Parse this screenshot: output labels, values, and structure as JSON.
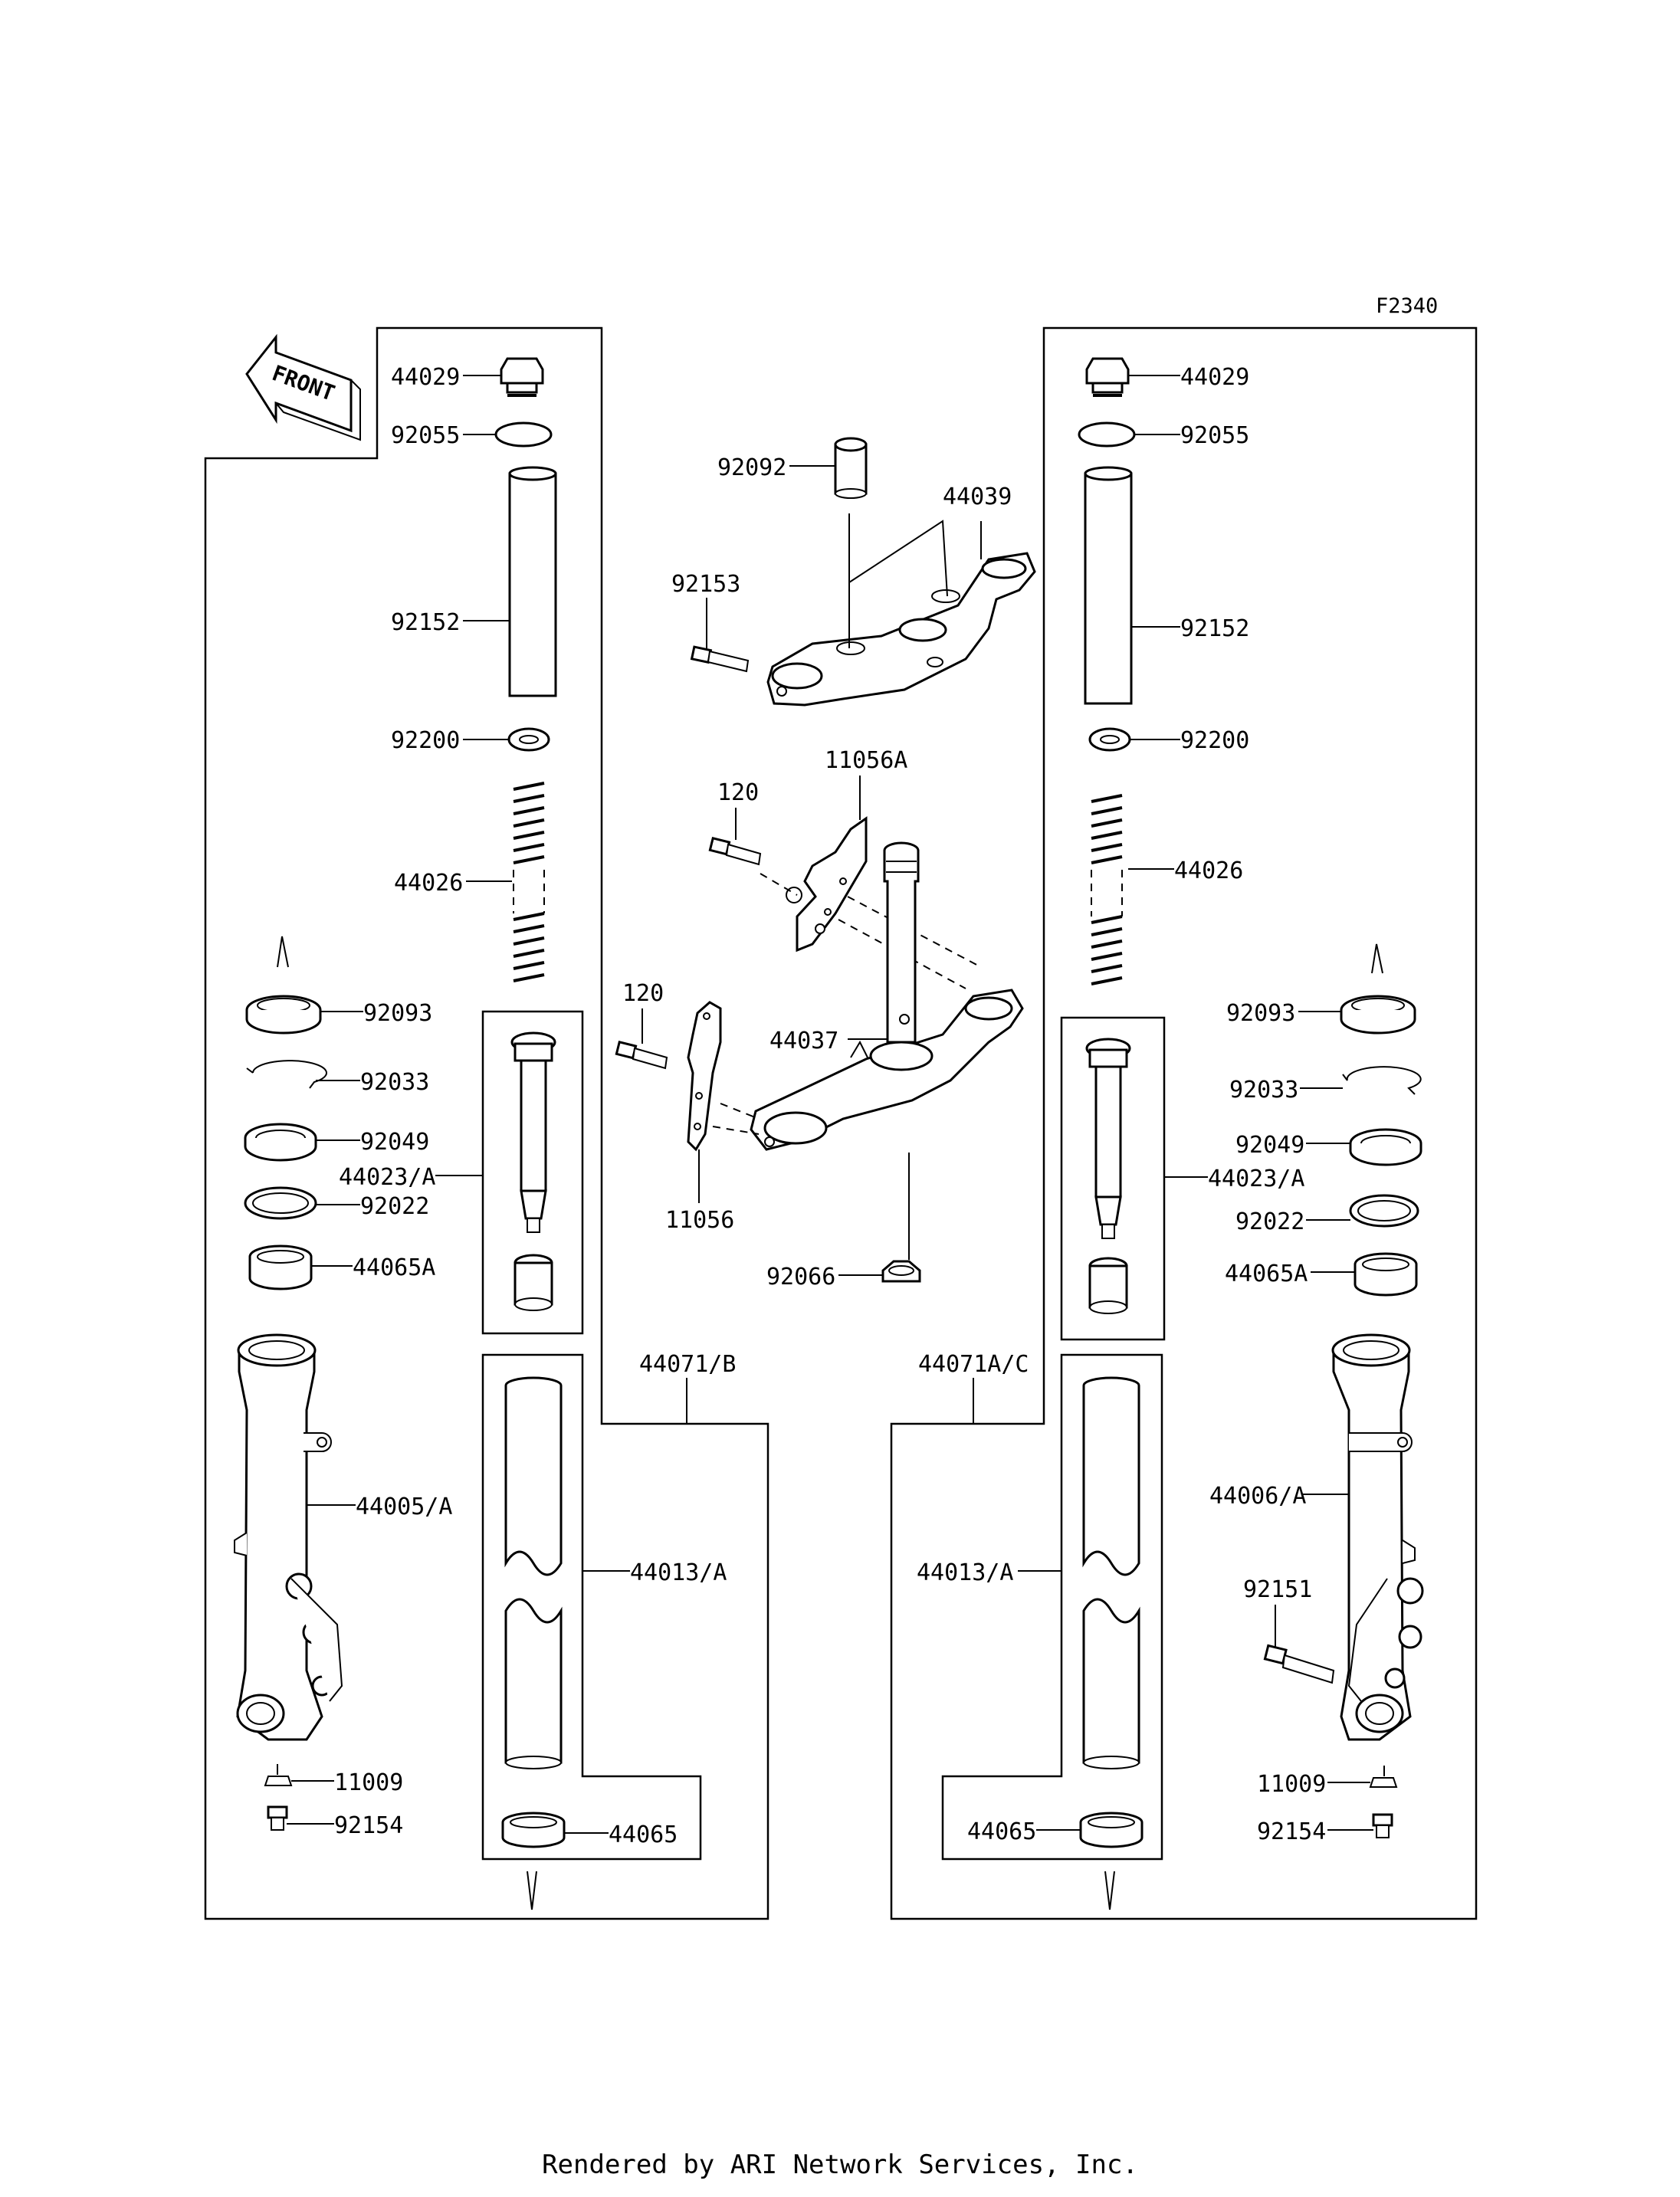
{
  "diagram_code": "F2340",
  "front_label": "FRONT",
  "footer": "Rendered by ARI Network Services, Inc.",
  "center": {
    "p92092": "92092",
    "p44039": "44039",
    "p92153": "92153",
    "p11056A": "11056A",
    "p120_top": "120",
    "p120_bottom": "120",
    "p44037": "44037",
    "p11056": "11056",
    "p92066": "92066"
  },
  "left": {
    "p44029": "44029",
    "p92055": "92055",
    "p92152": "92152",
    "p92200": "92200",
    "p44026": "44026",
    "p92093": "92093",
    "p92033": "92033",
    "p92049": "92049",
    "p44023": "44023/A",
    "p92022": "92022",
    "p44065A": "44065A",
    "p44005": "44005/A",
    "p44071": "44071/B",
    "p44013": "44013/A",
    "p11009": "11009",
    "p92154": "92154",
    "p44065": "44065"
  },
  "right": {
    "p44029": "44029",
    "p92055": "92055",
    "p92152": "92152",
    "p92200": "92200",
    "p44026": "44026",
    "p92093": "92093",
    "p92033": "92033",
    "p92049": "92049",
    "p44023": "44023/A",
    "p92022": "92022",
    "p44065A": "44065A",
    "p44006": "44006/A",
    "p44071": "44071A/C",
    "p44013": "44013/A",
    "p92151": "92151",
    "p11009": "11009",
    "p92154": "92154",
    "p44065": "44065"
  }
}
